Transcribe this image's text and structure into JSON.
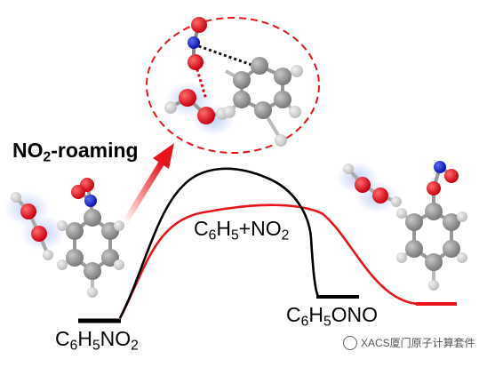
{
  "labels": {
    "roaming_prefix": "NO",
    "roaming_sub": "2",
    "roaming_suffix": "-roaming",
    "reactant_a": "C",
    "reactant_a_sub": "6",
    "reactant_b": "H",
    "reactant_b_sub": "5",
    "reactant_c": "NO",
    "reactant_c_sub": "2",
    "radical_a": "C",
    "radical_a_sub": "6",
    "radical_b": "H",
    "radical_b_sub": "5",
    "radical_c": "+NO",
    "radical_c_sub": "2",
    "product_a": "C",
    "product_a_sub": "6",
    "product_b": "H",
    "product_b_sub": "5",
    "product_c": "ONO",
    "watermark": "XACS厦门原子计算套件"
  },
  "colors": {
    "carbon": "#8c8c8c",
    "hydrogen": "#d4d4d4",
    "oxygen": "#e0001b",
    "nitrogen": "#1a1fd1",
    "path_black": "#000000",
    "path_red": "#e8141b",
    "circle_dash": "#e8141b",
    "arrow": "#e8141b"
  }
}
